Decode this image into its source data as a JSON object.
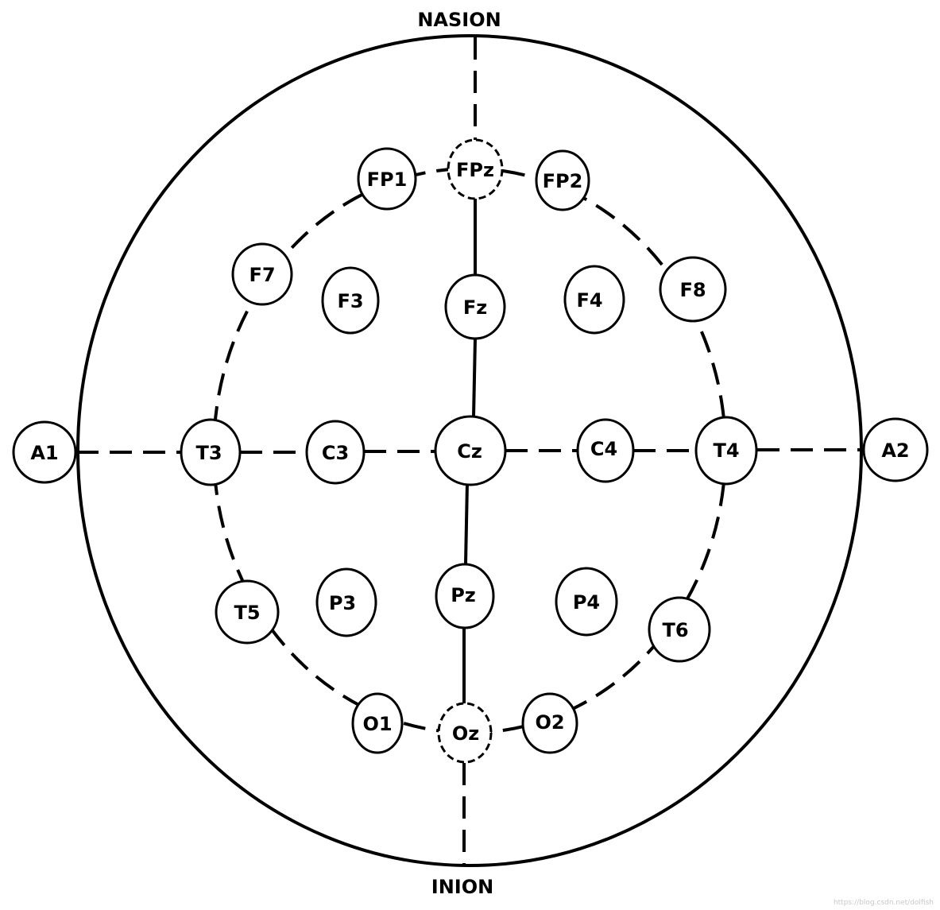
{
  "landmarks": {
    "top": "NASION",
    "bottom": "INION"
  },
  "electrodes": [
    {
      "id": "fpz",
      "label": "FPz",
      "style": "dashed"
    },
    {
      "id": "fp1",
      "label": "FP1",
      "style": "solid"
    },
    {
      "id": "fp2",
      "label": "FP2",
      "style": "solid"
    },
    {
      "id": "f7",
      "label": "F7",
      "style": "solid"
    },
    {
      "id": "f3",
      "label": "F3",
      "style": "solid"
    },
    {
      "id": "fz",
      "label": "Fz",
      "style": "solid"
    },
    {
      "id": "f4",
      "label": "F4",
      "style": "solid"
    },
    {
      "id": "f8",
      "label": "F8",
      "style": "solid"
    },
    {
      "id": "a1",
      "label": "A1",
      "style": "solid"
    },
    {
      "id": "t3",
      "label": "T3",
      "style": "solid"
    },
    {
      "id": "c3",
      "label": "C3",
      "style": "solid"
    },
    {
      "id": "cz",
      "label": "Cz",
      "style": "solid"
    },
    {
      "id": "c4",
      "label": "C4",
      "style": "solid"
    },
    {
      "id": "t4",
      "label": "T4",
      "style": "solid"
    },
    {
      "id": "a2",
      "label": "A2",
      "style": "solid"
    },
    {
      "id": "t5",
      "label": "T5",
      "style": "solid"
    },
    {
      "id": "p3",
      "label": "P3",
      "style": "solid"
    },
    {
      "id": "pz",
      "label": "Pz",
      "style": "solid"
    },
    {
      "id": "p4",
      "label": "P4",
      "style": "solid"
    },
    {
      "id": "t6",
      "label": "T6",
      "style": "solid"
    },
    {
      "id": "o1",
      "label": "O1",
      "style": "solid"
    },
    {
      "id": "oz",
      "label": "Oz",
      "style": "dashed"
    },
    {
      "id": "o2",
      "label": "O2",
      "style": "solid"
    }
  ],
  "watermark": "https://blog.csdn.net/dolfish"
}
